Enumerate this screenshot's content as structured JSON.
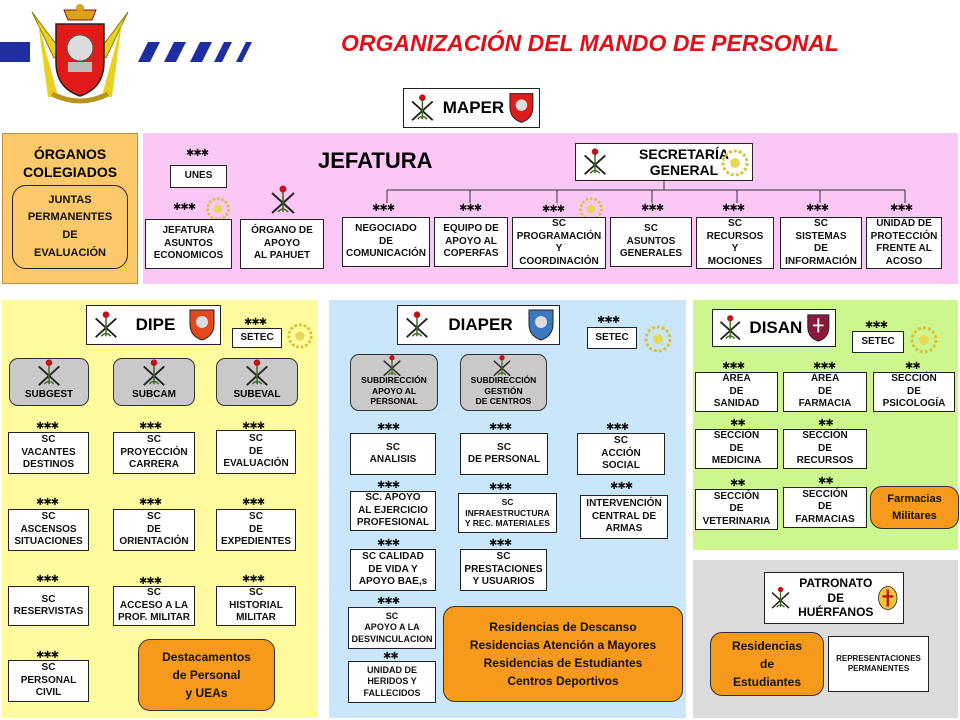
{
  "title": "ORGANIZACIÓN DEL MANDO DE PERSONAL",
  "colors": {
    "title_red": "#e0101a",
    "jefatura_pink": "#fbc8f6",
    "organos_orange": "#fcc96a",
    "dipe_yellow": "#fdfb9e",
    "diaper_blue": "#c9e6fb",
    "disan_green": "#cdf78e",
    "patronato_gray": "#dcdcdc",
    "orange_box": "#f79a1c",
    "header_stripes_blue": "#1d2fa0"
  },
  "icons": [
    "crest-logo",
    "crossed-swords-icon",
    "laurel-icon",
    "shield-icon"
  ],
  "maper": {
    "label": "MAPER"
  },
  "organos": {
    "title": "ÓRGANOS\nCOLEGIADOS",
    "juntas": "JUNTAS\nPERMANENTES\nDE\nEVALUACIÓN"
  },
  "jefatura": {
    "title": "JEFATURA",
    "unes": "UNES",
    "jae": "JEFATURA\nASUNTOS\nECONOMICOS",
    "organo_apoyo": "ÓRGANO DE\nAPOYO\nAL PAHUET",
    "secretaria": "SECRETARÍA\nGENERAL",
    "units": [
      "NEGOCIADO\nDE\nCOMUNICACIÓN",
      "EQUIPO DE\nAPOYO AL\nCOPERFAS",
      "SC\nPROGRAMACIÓN\nY\nCOORDINACIÓN",
      "SC\nASUNTOS\nGENERALES",
      "SC\nRECURSOS\nY\nMOCIONES",
      "SC\nSISTEMAS\nDE\nINFORMACIÓN",
      "UNIDAD DE\nPROTECCIÓN\nFRENTE AL\nACOSO"
    ]
  },
  "stars3": "✱✱✱",
  "stars2": "✱✱",
  "dipe": {
    "title": "DIPE",
    "setec": "SETEC",
    "subgest": "SUBGEST",
    "subcam": "SUBCAM",
    "subeval": "SUBEVAL",
    "col1": [
      "SC\nVACANTES\nDESTINOS",
      "SC\nASCENSOS\nSITUACIONES",
      "SC\nRESERVISTAS",
      "SC\nPERSONAL\nCIVIL"
    ],
    "col2": [
      "SC\nPROYECCIÓN\nCARRERA",
      "SC\nDE\nORIENTACIÓN",
      "SC\nACCESO A LA\nPROF. MILITAR"
    ],
    "col3": [
      "SC\nDE\nEVALUACIÓN",
      "SC\nDE\nEXPEDIENTES",
      "SC\nHISTORIAL\nMILITAR"
    ],
    "destacamentos": "Destacamentos\nde Personal\ny UEAs"
  },
  "diaper": {
    "title": "DIAPER",
    "setec": "SETEC",
    "sub_apoyo": "SUBDIRECCIÓN\nAPOYO AL\nPERSONAL",
    "sub_gestion": "SUBDIRECCIÓN\nGESTIÓN\nDE CENTROS",
    "col1": [
      "SC\nANALISIS",
      "SC. APOYO\nAL EJERCICIO\nPROFESIONAL",
      "SC CALIDAD\nDE VIDA Y\nAPOYO BAE,s",
      "SC\nAPOYO A LA\nDESVINCULACION",
      "UNIDAD DE\nHERIDOS Y\nFALLECIDOS"
    ],
    "col2": [
      "SC\nDE PERSONAL",
      "SC\nINFRAESTRUCTURA\nY REC. MATERIALES",
      "SC\nPRESTACIONES\nY USUARIOS"
    ],
    "col3": [
      "SC\nACCIÓN\nSOCIAL",
      "INTERVENCIÓN\nCENTRAL DE\nARMAS"
    ],
    "residencias": "Residencias de Descanso\nResidencias Atención a Mayores\nResidencias de Estudiantes\nCentros Deportivos"
  },
  "disan": {
    "title": "DISAN",
    "setec": "SETEC",
    "top": [
      "ÁREA\nDE\nSANIDAD",
      "ÁREA\nDE\nFARMACIA",
      "SECCIÓN\nDE\nPSICOLOGÍA"
    ],
    "mid": [
      "SECCIÓN\nDE\nMEDICINA",
      "SECCIÓN\nDE\nRECURSOS"
    ],
    "bot": [
      "SECCIÓN\nDE\nVETERINARIA",
      "SECCIÓN\nDE\nFARMACIAS"
    ],
    "farmacias": "Farmacias\nMilitares"
  },
  "patronato": {
    "title": "PATRONATO\nDE\nHUÉRFANOS",
    "residencias": "Residencias\nde\nEstudiantes",
    "representaciones": "REPRESENTACIONES\nPERMANENTES"
  }
}
